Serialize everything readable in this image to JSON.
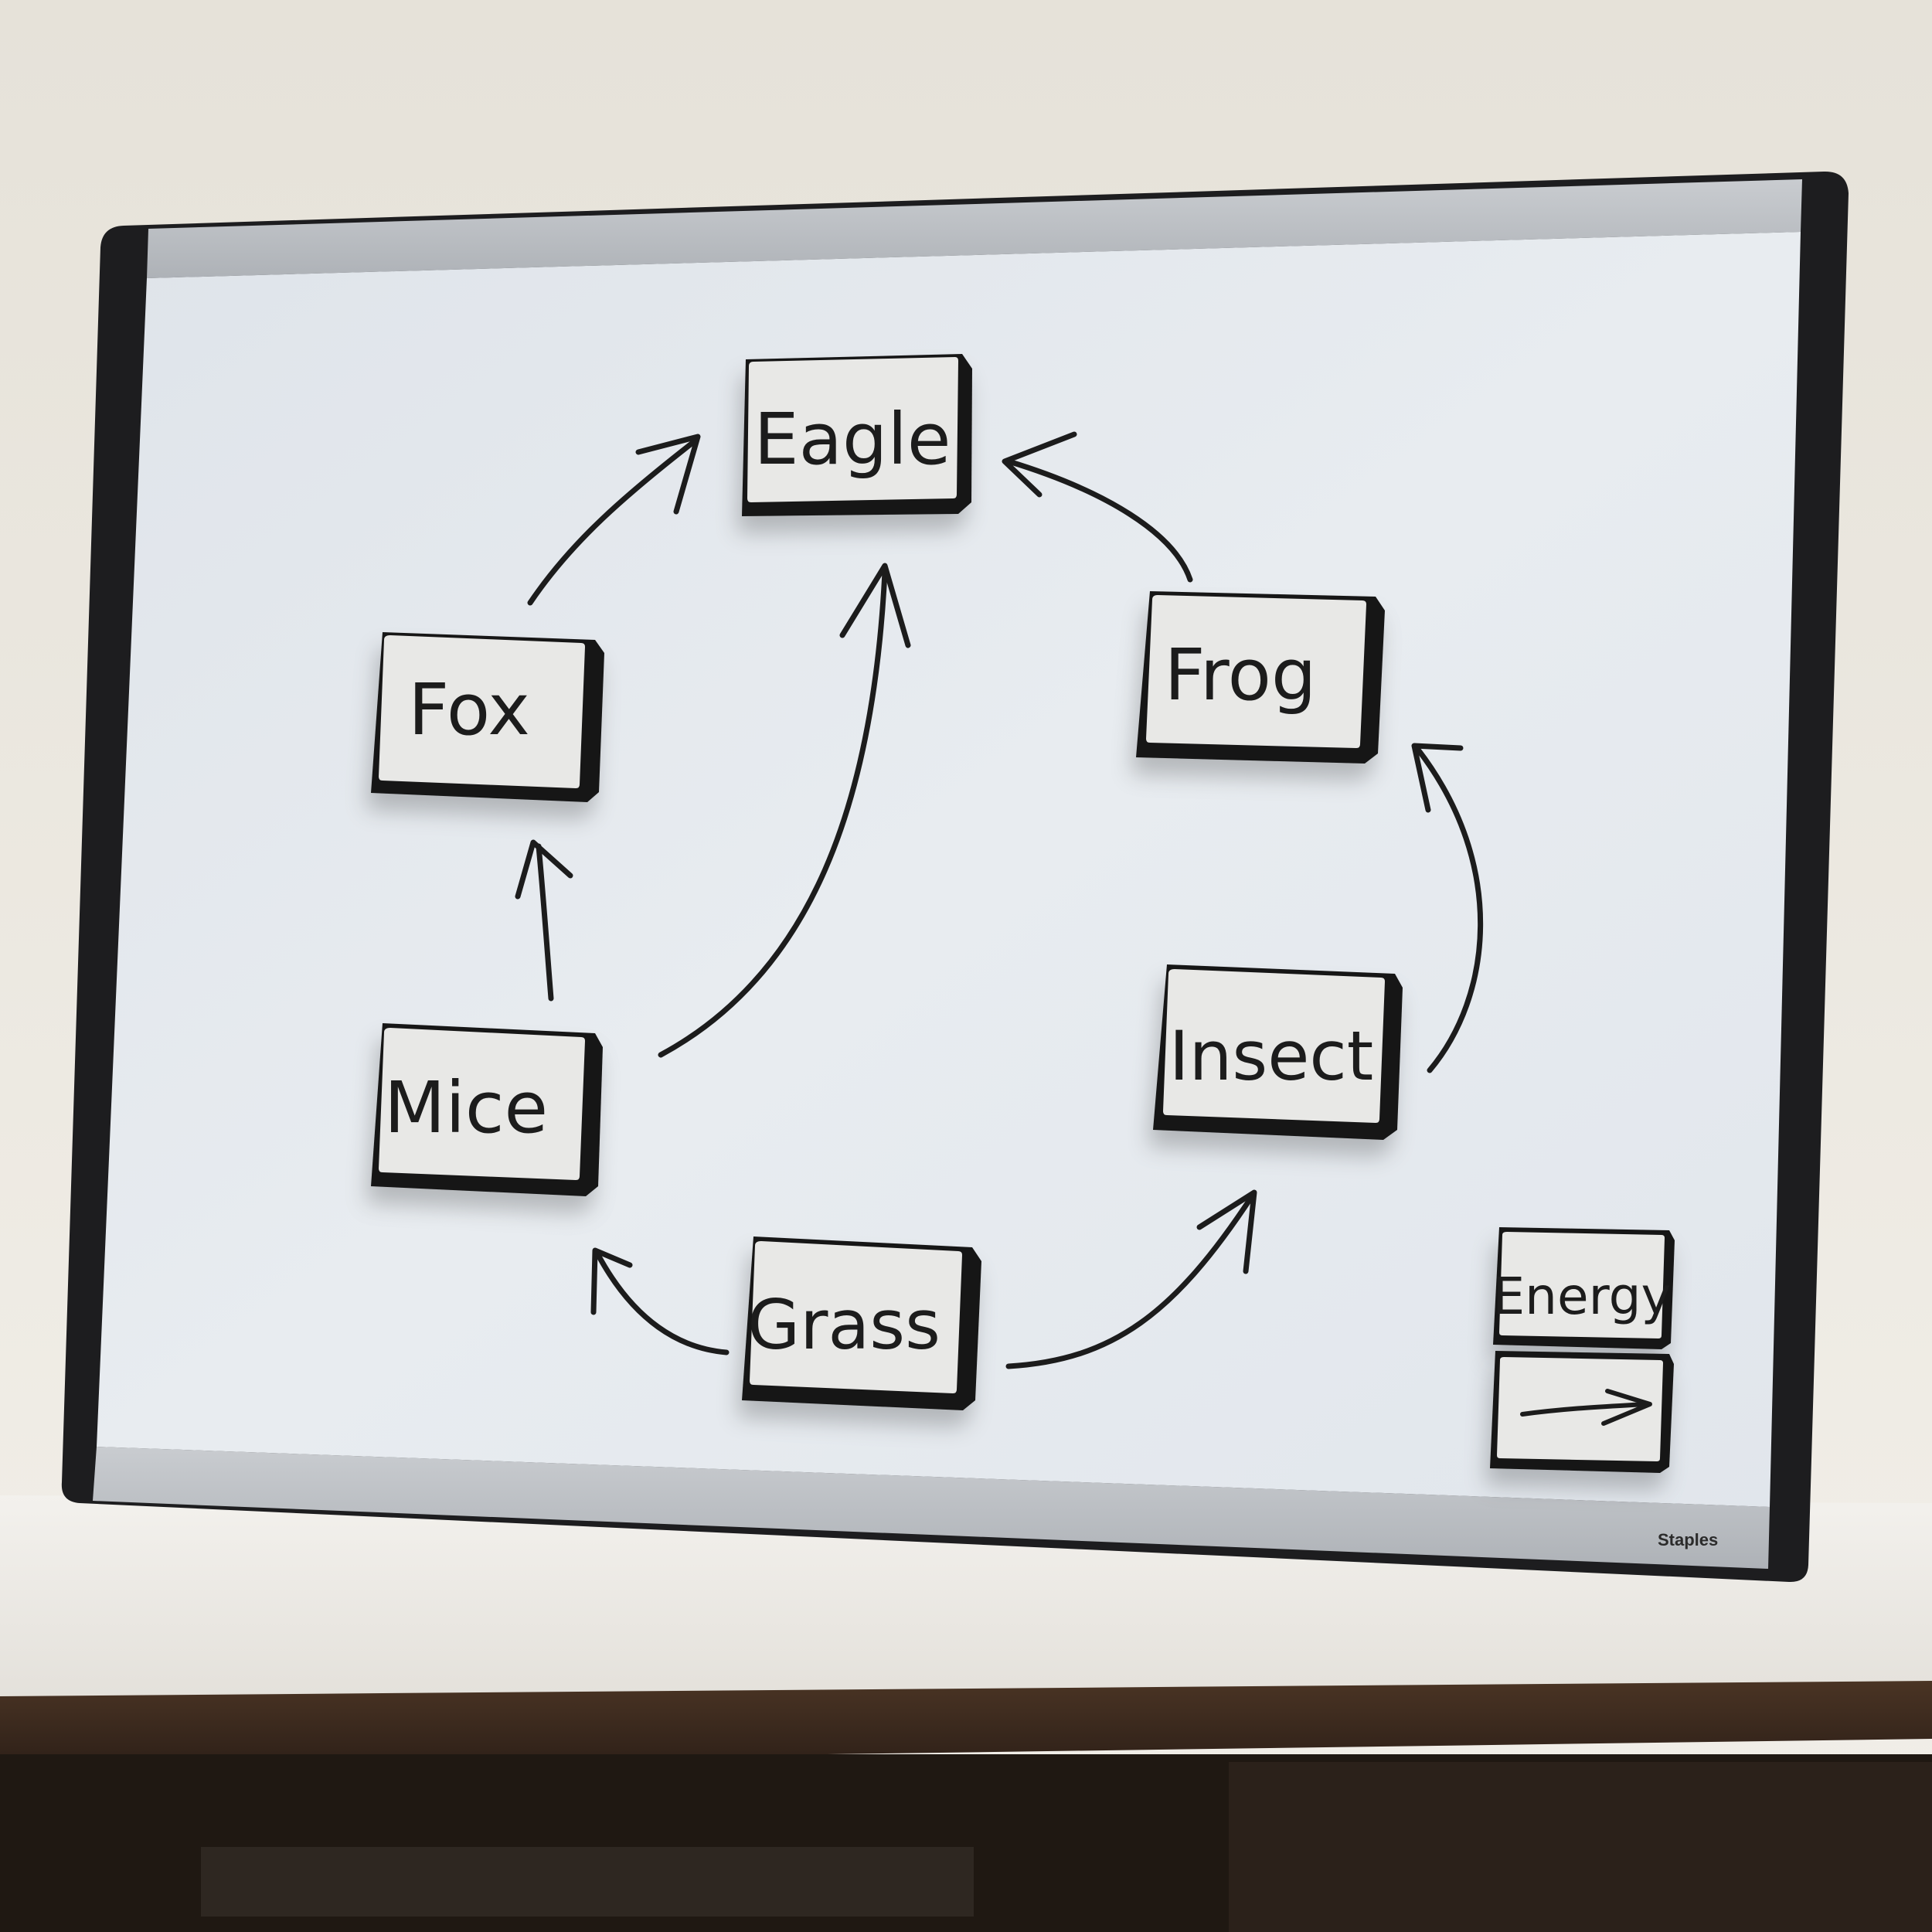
{
  "nodes": [
    {
      "id": "eagle",
      "label": "Eagle"
    },
    {
      "id": "fox",
      "label": "Fox"
    },
    {
      "id": "frog",
      "label": "Frog"
    },
    {
      "id": "mice",
      "label": "Mice"
    },
    {
      "id": "insect",
      "label": "Insect"
    },
    {
      "id": "grass",
      "label": "Grass"
    }
  ],
  "edges": [
    {
      "from": "grass",
      "to": "mice"
    },
    {
      "from": "grass",
      "to": "insect"
    },
    {
      "from": "mice",
      "to": "fox"
    },
    {
      "from": "mice",
      "to": "eagle"
    },
    {
      "from": "fox",
      "to": "eagle"
    },
    {
      "from": "insect",
      "to": "frog"
    },
    {
      "from": "frog",
      "to": "eagle"
    }
  ],
  "legend": {
    "label": "Energy"
  },
  "board": {
    "brand": "Staples"
  }
}
